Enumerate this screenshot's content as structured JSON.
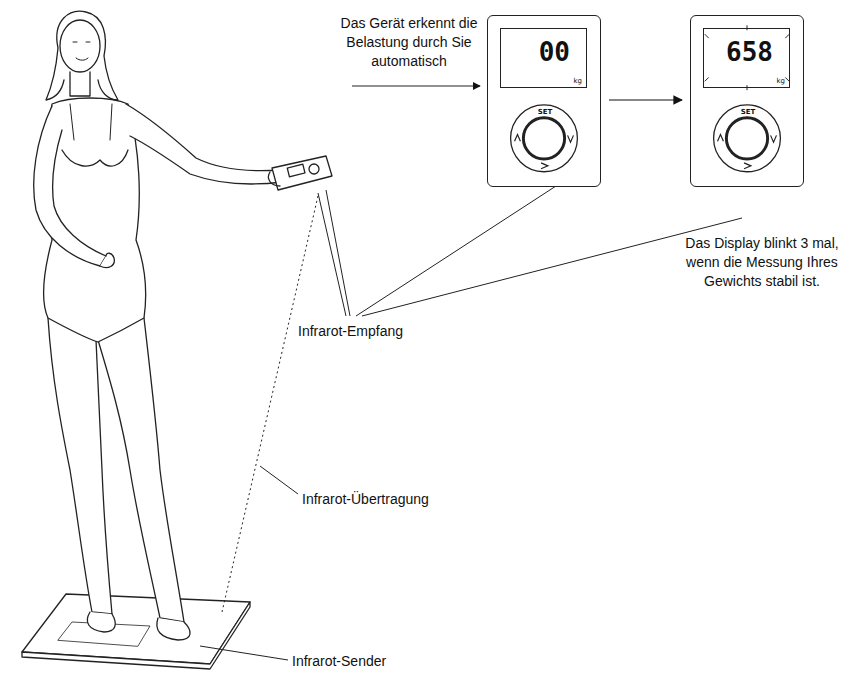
{
  "diagram": {
    "nodes": [
      {
        "text": [
          "00",
          "kg",
          "SET"
        ]
      },
      {
        "text": [
          "658",
          "kg",
          "SET"
        ]
      }
    ],
    "edges": [
      {
        "from": 0,
        "to": 1,
        "arrow": "to"
      }
    ],
    "labels": [
      "Das Gerät erkennt die Belastung durch Sie automatisch",
      "Das Display blinkt 3 mal, wenn die Messung Ihres Gewichts stabil ist.",
      "Infrarot-Empfang",
      "Infrarot-Übertragung",
      "Infrarot-Sender"
    ]
  }
}
